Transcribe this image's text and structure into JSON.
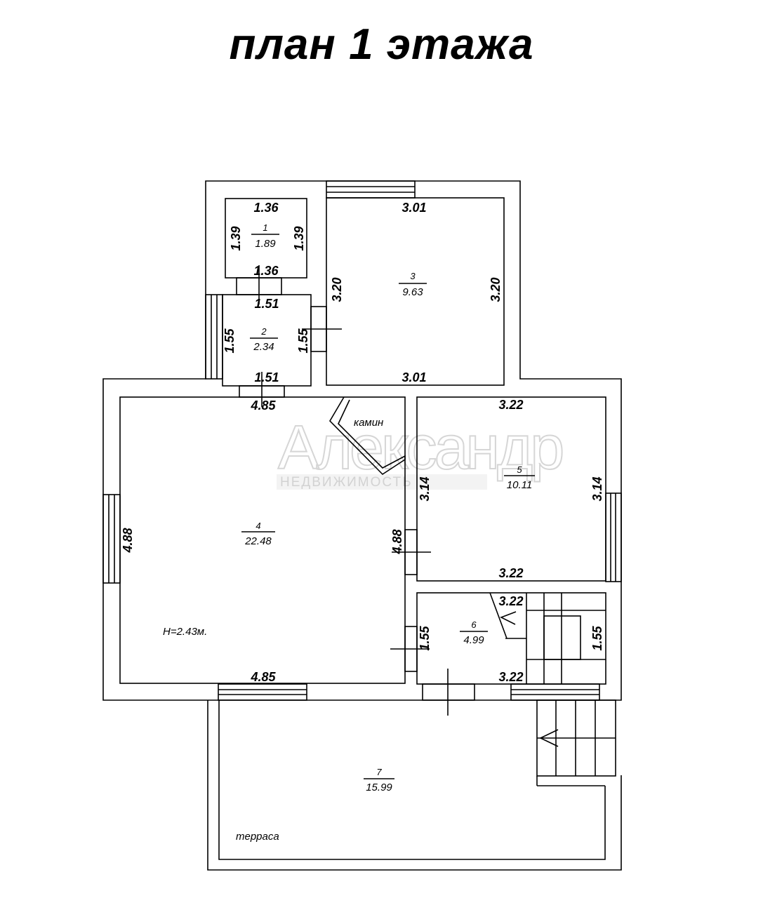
{
  "title": "план 1 этажа",
  "watermark": {
    "main": "Александр",
    "sub": "НЕДВИЖИМОСТЬ"
  },
  "labels": {
    "fireplace": "камин",
    "height": "Н=2.43м.",
    "terrace": "терраса"
  },
  "rooms": [
    {
      "num": "1",
      "area": "1.89",
      "dims": [
        "1.36",
        "1.39",
        "1.39",
        "1.36"
      ]
    },
    {
      "num": "2",
      "area": "2.34",
      "dims": [
        "1.51",
        "1.55",
        "1.55",
        "1.51"
      ]
    },
    {
      "num": "3",
      "area": "9.63",
      "dims": [
        "3.01",
        "3.20",
        "3.20",
        "3.01"
      ]
    },
    {
      "num": "4",
      "area": "22.48",
      "dims": [
        "4.85",
        "4.88",
        "4.88",
        "4.85"
      ]
    },
    {
      "num": "5",
      "area": "10.11",
      "dims": [
        "3.22",
        "3.14",
        "3.14",
        "3.22"
      ]
    },
    {
      "num": "6",
      "area": "4.99",
      "dims": [
        "3.22",
        "1.55",
        "1.55",
        "3.22"
      ]
    },
    {
      "num": "7",
      "area": "15.99"
    }
  ]
}
